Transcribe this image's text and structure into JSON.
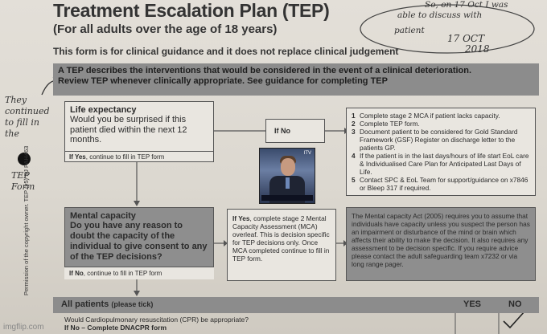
{
  "header": {
    "title": "Treatment Escalation Plan (TEP)",
    "subtitle": "(For all adults over the age of 18 years)",
    "guidance": "This form is for clinical guidance and it does not replace clinical judgement"
  },
  "banner": {
    "line1": "A TEP describes the interventions that would be considered in the event of a clinical deterioration.",
    "line2": "Review TEP whenever clinically appropriate. See guidance for completing TEP"
  },
  "life_expectancy": {
    "heading": "Life expectancy",
    "question": "Would you be surprised if this patient died within the next 12 months.",
    "if_yes_bold": "If Yes",
    "if_yes_rest": ", continue to fill in TEP form"
  },
  "if_no_label": "If No",
  "steps": [
    {
      "n": "1",
      "text": "Complete stage 2 MCA if patient lacks capacity."
    },
    {
      "n": "2",
      "text": "Complete TEP form."
    },
    {
      "n": "3",
      "text": "Document patient to be considered for Gold Standard Framework (GSF) Register on discharge letter to the patients GP."
    },
    {
      "n": "4",
      "text": "If the patient is in the last days/hours of life start EoL care & Individualised Care Plan for Anticipated Last Days of Life."
    },
    {
      "n": "5",
      "text": "Contact SPC & EoL Team for support/guidance on x7846 or Bleep 317 if required."
    }
  ],
  "mental_capacity": {
    "heading": "Mental capacity",
    "question": "Do you have any reason to doubt the capacity of the individual to give consent to any of the TEP decisions?",
    "if_no_bold": "If No",
    "if_no_rest": ", continue to fill in TEP form"
  },
  "if_yes_box": {
    "bold": "If Yes",
    "text": ", complete stage 2 Mental Capacity Assessment (MCA) overleaf. This is decision specific for TEP decisions only. Once MCA completed continue to fill in TEP form."
  },
  "mca_note": "The Mental capacity Act (2005) requires you to assume that individuals have capacity unless you suspect the person has an impairment or disturbance of the mind or brain which affects their ability to make the decision. It also requires any assessment to be decision specific. If you require advice please contact the adult safeguarding team x7232 or via long range pager.",
  "all_patients": {
    "label": "All patients",
    "sublabel": "(please tick)",
    "yes": "YES",
    "no": "NO",
    "cpr_question": "Would Cardiopulmonary resuscitation (CPR) be appropriate?",
    "cpr_if_no": "If No – Complete DNACPR form"
  },
  "side_text": "Permission of the copyright owner. TEP (v5) SJ PAH463",
  "handwriting": {
    "top_right": [
      "So, on 17 Oct I was",
      "able to discuss with",
      "patient",
      "17 OCT",
      "2018"
    ],
    "left": [
      "They",
      "continued",
      "to fill in",
      "the",
      "TEP",
      "Form"
    ]
  },
  "photo_caption": "",
  "photo_tag": "ITV",
  "watermark": "imgflip.com",
  "colors": {
    "banner": "#8c8c8c",
    "paper": "#e3dfd8",
    "ink": "#2b2b2b"
  }
}
